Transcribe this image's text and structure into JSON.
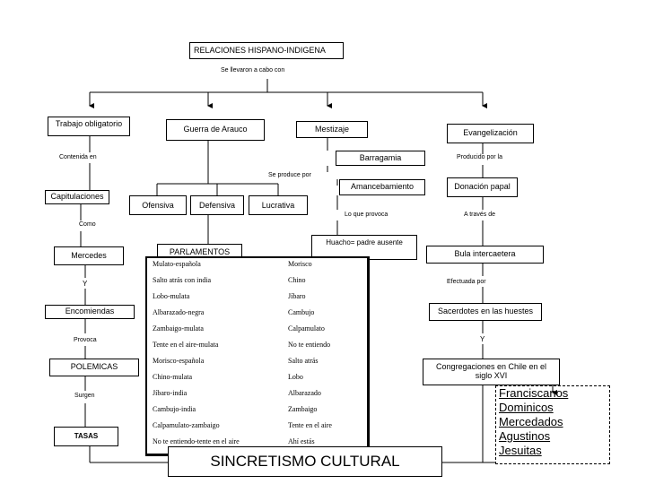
{
  "title": "RELACIONES HISPANO-INDIGENA",
  "subtitle": "Se llevaron a cabo con",
  "nodes": {
    "trabajo": "Trabajo obligatorio",
    "guerra": "Guerra de Arauco",
    "mestizaje": "Mestizaje",
    "evangelizacion": "Evangelización",
    "barragania": "Barragamia",
    "amancebamiento": "Amancebamiento",
    "donacion": "Donación papal",
    "capitulaciones": "Capitulaciones",
    "ofensiva": "Ofensiva",
    "defensiva": "Defensiva",
    "lucrativa": "Lucrativa",
    "huacho": "Huacho= padre ausente",
    "mercedes": "Mercedes",
    "parlamentos": "PARLAMENTOS",
    "bula": "Bula intercaetera",
    "encomiendas": "Encomiendas",
    "sacerdotes": "Sacerdotes en las huestes",
    "polemicas": "POLEMICAS",
    "congregaciones": "Congregaciones en Chile en el siglo XVI",
    "tasas": "TASAS",
    "sincretismo": "SINCRETISMO CULTURAL"
  },
  "connectors": {
    "contenida_en": "Contenida en",
    "producido_por": "Producido por la",
    "se_produce_por": "Se produce por",
    "como": "Como",
    "lo_que_provoca": "Lo que provoca",
    "a_traves_de": "A través de",
    "y1": "Y",
    "efectuada_por": "Efectuada por",
    "provoca": "Provoca",
    "y2": "Y",
    "surgen": "Surgen"
  },
  "mixture_table": {
    "rows": [
      [
        "Mulato-española",
        "Morisco"
      ],
      [
        "Salto atrás con india",
        "Chino"
      ],
      [
        "Lobo-mulata",
        "Jíbaro"
      ],
      [
        "Albarazado-negra",
        "Cambujo"
      ],
      [
        "Zambaigo-mulata",
        "Calpamulato"
      ],
      [
        "Tente en el aire-mulata",
        "No te entiendo"
      ],
      [
        "Morisco-española",
        "Salto atrás"
      ],
      [
        "Chino-mulata",
        "Lobo"
      ],
      [
        "Jíbaro-india",
        "Albarazado"
      ],
      [
        "Cambujo-india",
        "Zambaigo"
      ],
      [
        "Calpamulato-zambaigo",
        "Tente en el aire"
      ],
      [
        "No te entiendo-tente en el aire",
        "Ahí estás"
      ]
    ]
  },
  "religious_orders": [
    "Franciscanos",
    "Dominicos",
    "Mercedados",
    "Agustinos",
    "Jesuitas"
  ]
}
